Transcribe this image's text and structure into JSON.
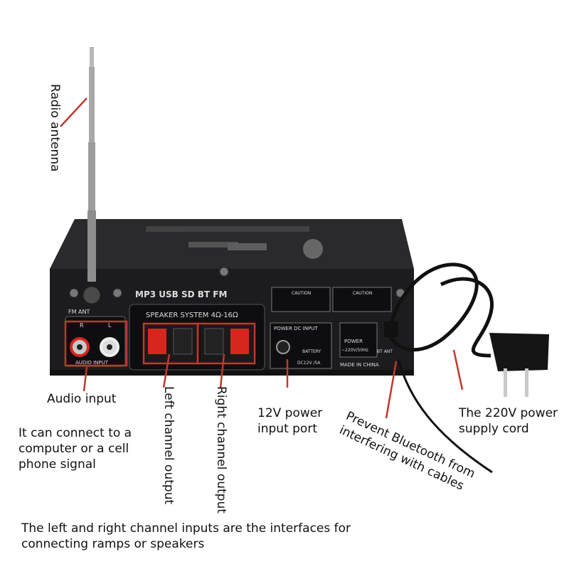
{
  "labels": {
    "radio_antenna": "Radio antenna",
    "audio_input": "Audio input",
    "audio_input_desc": [
      "It can connect to a",
      "computer or a cell",
      "phone signal"
    ],
    "left_channel": "Left channel output",
    "right_channel": "Right channel output",
    "power_port": [
      "12V power",
      "input port"
    ],
    "bluetooth": [
      "Prevent Bluetooth from",
      "interfering with cables"
    ],
    "power_cord": [
      "The 220V power",
      "supply cord"
    ],
    "footer": [
      "The left and right channel inputs are the interfaces for",
      "connecting ramps or speakers"
    ]
  },
  "panel": {
    "icons_text": "MP3  USB  SD  BT  FM",
    "caution_1": "CAUTION",
    "caution_2": "CAUTION",
    "speaker_system": "SPEAKER SYSTEM 4Ω-16Ω",
    "fm_ant": "FM ANT",
    "audio_input_label": "AUDIO INPUT",
    "r_label": "R",
    "l_label": "L",
    "power_dc_input": "POWER DC INPUT",
    "battery": "BATTERY",
    "dc_spec": "DC12V /5A",
    "made_in_china": "MADE IN CHINA",
    "power_label": "POWER",
    "ac_spec": "~220V/50Hz",
    "bt_ant": "BT ANT"
  },
  "colors": {
    "annotation_red": "#c0392b",
    "chassis": "#1c1c1e",
    "panel_dark": "#0e0e10",
    "speaker_red": "#d7261e"
  }
}
